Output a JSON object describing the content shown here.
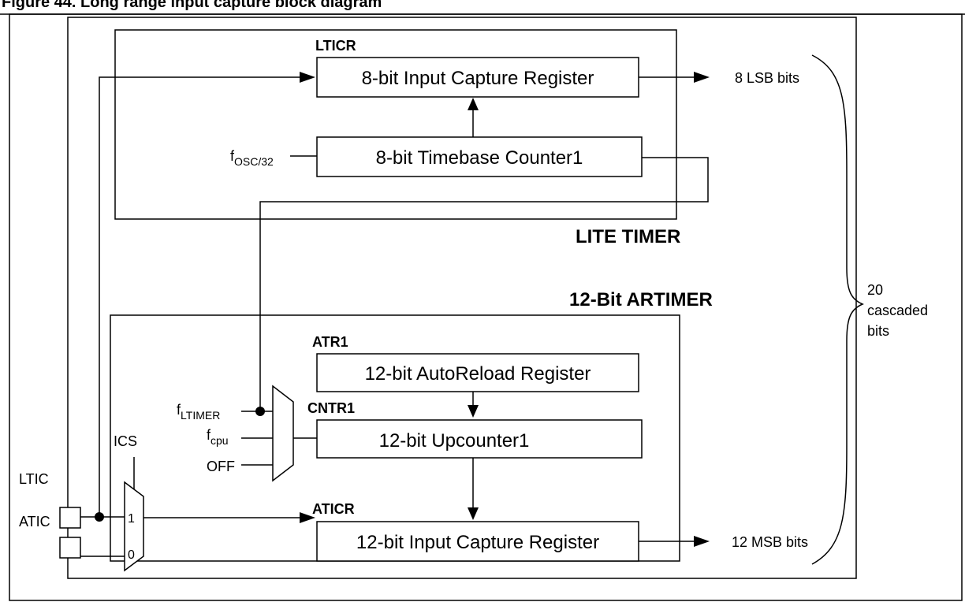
{
  "header": {
    "caption": "Figure 44. Long range input capture block diagram"
  },
  "lite_timer": {
    "title": "LITE TIMER",
    "ltcr_label": "LTICR",
    "input_capture_register": "8-bit Input Capture Register",
    "timebase_counter": "8-bit Timebase Counter1",
    "clock_label": {
      "base": "f",
      "sub": "OSC/32"
    },
    "output_label": "8 LSB bits"
  },
  "artimer": {
    "title": "12-Bit ARTIMER",
    "atr_label": "ATR1",
    "autoreload_register": "12-bit AutoReload Register",
    "cntr_label": "CNTR1",
    "upcounter": "12-bit Upcounter1",
    "aticr_label": "ATICR",
    "input_capture_register": "12-bit Input Capture Register",
    "output_label": "12 MSB bits",
    "clk_ltimer": {
      "base": "f",
      "sub": "LTIMER"
    },
    "clk_cpu": {
      "base": "f",
      "sub": "cpu"
    },
    "clk_off": "OFF"
  },
  "inputs": {
    "ics_label": "ICS",
    "ltic_label": "LTIC",
    "atic_label": "ATIC",
    "mux_in_1": "1",
    "mux_in_0": "0"
  },
  "brace": {
    "line1": "20",
    "line2": "cascaded",
    "line3": "bits"
  }
}
